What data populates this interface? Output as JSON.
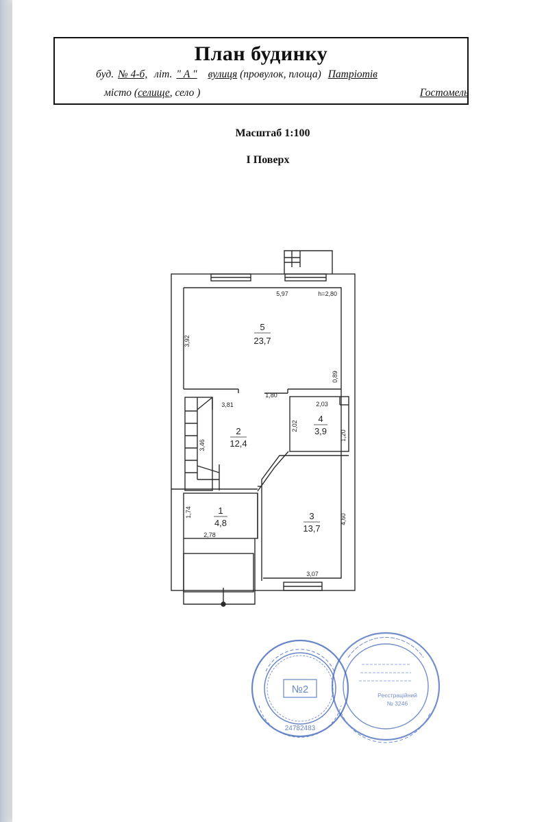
{
  "header": {
    "title": "План будинку",
    "building_label": "буд.",
    "building_value": "№ 4-б,",
    "letter_label": "літ.",
    "letter_value": "\" А  \"",
    "street_type_prefix": "",
    "street_type_selected": "вулиця",
    "street_type_rest": "(провулок, площа)",
    "street_value": "Патріотів",
    "city_type_prefix": "місто (",
    "city_type_selected": "селище",
    "city_type_rest": ", село )",
    "city_value": "Гостомель"
  },
  "scale": "Масштаб 1:100",
  "floor": "I Поверх",
  "plan": {
    "rooms": [
      {
        "number": "5",
        "area": "23,7"
      },
      {
        "number": "2",
        "area": "12,4"
      },
      {
        "number": "4",
        "area": "3,9"
      },
      {
        "number": "1",
        "area": "4,8"
      },
      {
        "number": "3",
        "area": "13,7"
      }
    ],
    "dimensions": {
      "d597": "5,97",
      "h280": "h=2,80",
      "d392": "3,92",
      "d089": "0,89",
      "d180": "1,80",
      "d381": "3,81",
      "d203": "2,03",
      "d202": "2,02",
      "d120": "1,20",
      "d346": "3,46",
      "d174": "1,74",
      "d278": "2,78",
      "d460": "4,60",
      "d307": "3,07"
    }
  },
  "stamps": {
    "left_number": "№2",
    "left_code": "24782483",
    "right_reg": "Реєстраційний",
    "right_reg_no": "№ 3246"
  },
  "colors": {
    "stamp_blue": "#3d63b8",
    "line": "#2a2a2a"
  }
}
